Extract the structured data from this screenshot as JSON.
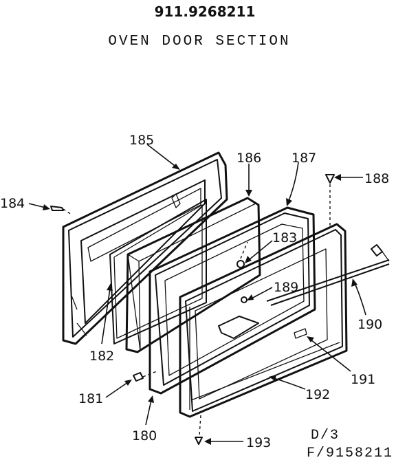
{
  "header": {
    "model_number": "911.9268211",
    "section_title": "OVEN DOOR SECTION"
  },
  "callouts": {
    "c180": "180",
    "c181": "181",
    "c182": "182",
    "c183": "183",
    "c184": "184",
    "c185": "185",
    "c186": "186",
    "c187": "187",
    "c188": "188",
    "c189": "189",
    "c190": "190",
    "c191": "191",
    "c192": "192",
    "c193": "193"
  },
  "footer": {
    "sheet": "D/3",
    "figure": "F/9158211"
  }
}
